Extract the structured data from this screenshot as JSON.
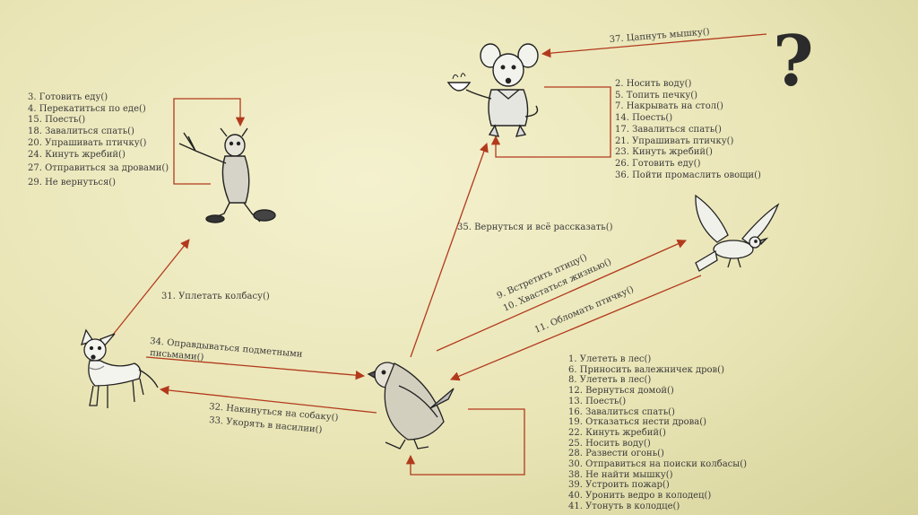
{
  "cook_list": [
    "3. Готовить еду()",
    "4. Перекатиться по еде()",
    "15. Поесть()",
    "18. Завалиться спать()",
    "20. Упрашивать птичку()",
    "24. Кинуть жребий()",
    "27. Отправиться за дровами()",
    "29. Не вернуться()"
  ],
  "mouse_list": [
    "2. Носить воду()",
    "5. Топить печку()",
    "7. Накрывать на стол()",
    "14. Поесть()",
    "17. Завалиться спать()",
    "21. Упрашивать птичку()",
    "23. Кинуть жребий()",
    "26. Готовить еду()",
    "36. Пойти промаслить овощи()"
  ],
  "bird_list": [
    "1. Улететь в лес()",
    "6. Приносить валежничек дров()",
    "8. Улететь в лес()",
    "12. Вернуться домой()",
    "13. Поесть()",
    "16. Завалиться спать()",
    "19. Отказаться нести дрова()",
    "22. Кинуть жребий()",
    "25. Носить воду()",
    "28. Развести огонь()",
    "30. Отправиться на поиски колбасы()",
    "38. Не найти мышку()",
    "39. Устроить пожар()",
    "40. Уронить ведро в колодец()",
    "41. Утонуть в колодце()"
  ],
  "labels": {
    "grab_mouse": "37. Цапнуть мышку()",
    "return_tell": "35. Вернуться и всё рассказать()",
    "meet_bird": "9. Встретить птицу()",
    "boast": "10. Хвастаться жизнью()",
    "fool_bird": "11. Обломать птичку()",
    "steal_sausage": "31. Уплетать колбасу()",
    "justify_1": "34. Оправдываться подметными",
    "justify_2": "письмами()",
    "attack_dog": "32. Накинуться на собаку()",
    "accuse": "33. Укорять в насилии()"
  },
  "question_mark": "?",
  "colors": {
    "arrow": "#b23a1c",
    "text": "#3a3a3a",
    "background": "#ecE8bc"
  },
  "figures": [
    "dog",
    "mouse",
    "sparrow",
    "dove",
    "sausage-cook",
    "question-mark"
  ]
}
